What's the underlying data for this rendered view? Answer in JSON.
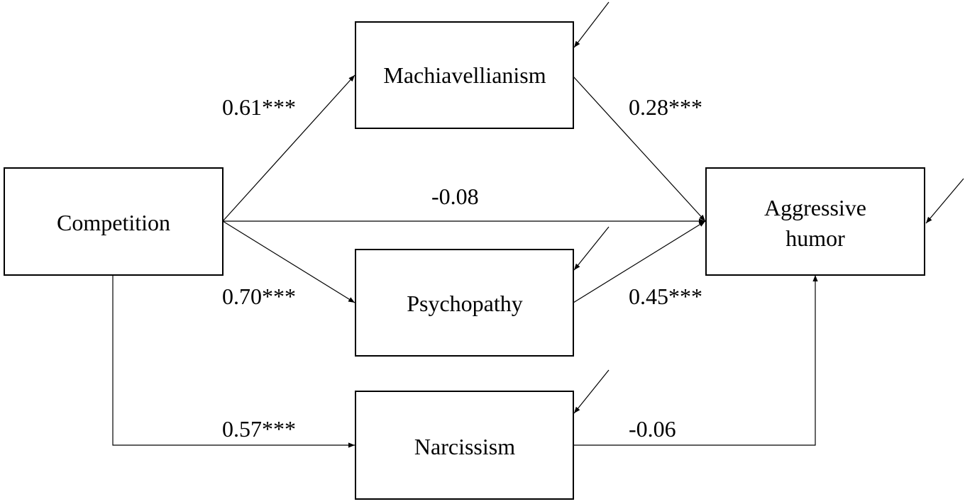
{
  "nodes": {
    "competition": "Competition",
    "machiavellianism": "Machiavellianism",
    "psychopathy": "Psychopathy",
    "narcissism": "Narcissism",
    "aggressive_humor_line1": "Aggressive",
    "aggressive_humor_line2": "humor"
  },
  "paths": {
    "competition_to_machiavellianism": "0.61***",
    "competition_to_psychopathy": "0.70***",
    "competition_to_narcissism": "0.57***",
    "competition_to_aggressive_humor": "-0.08",
    "machiavellianism_to_aggressive_humor": "0.28***",
    "psychopathy_to_aggressive_humor": "0.45***",
    "narcissism_to_aggressive_humor": "-0.06"
  }
}
